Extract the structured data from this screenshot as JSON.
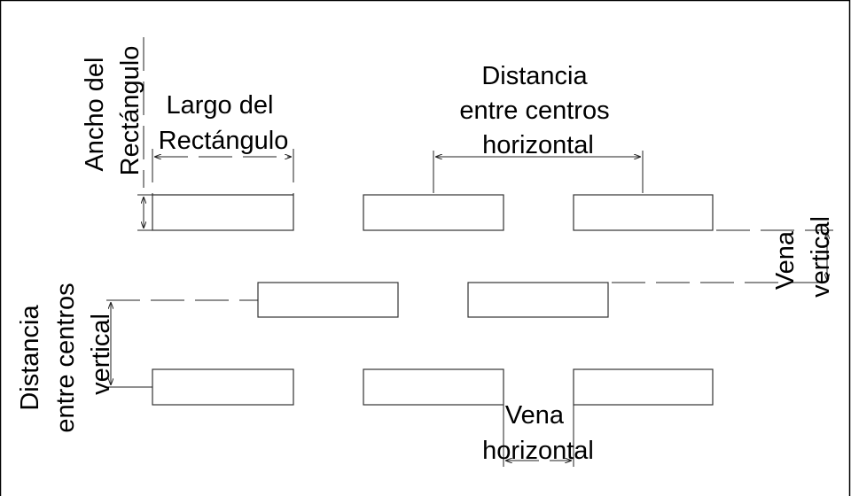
{
  "labels": {
    "ancho": [
      "Ancho del",
      "Rectángulo"
    ],
    "largo": [
      "Largo del",
      "Rectángulo"
    ],
    "dist_horizontal": [
      "Distancia",
      "entre centros",
      "horizontal"
    ],
    "vena_vertical": [
      "Vena",
      "vertical"
    ],
    "dist_vertical": [
      "Distancia",
      "entre centros",
      "vertical"
    ],
    "vena_horizontal": [
      "Vena",
      "horizontal"
    ]
  }
}
